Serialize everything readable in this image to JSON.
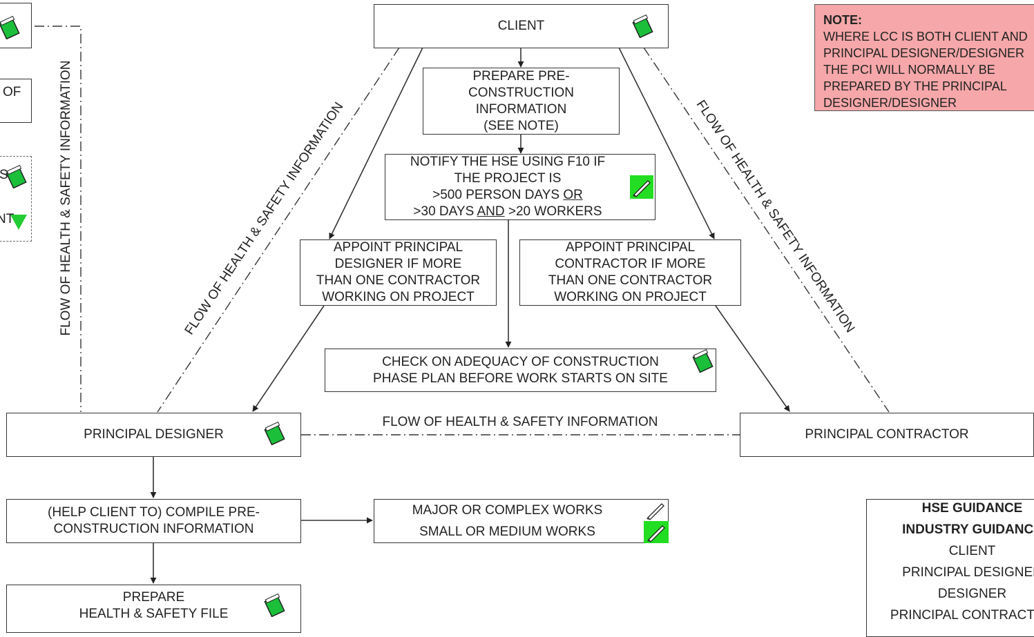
{
  "boxes": {
    "client": "CLIENT",
    "prepare_pci": [
      "PREPARE PRE-",
      "CONSTRUCTION",
      "INFORMATION",
      "(SEE NOTE)"
    ],
    "notify_hse": {
      "line1": "NOTIFY THE HSE USING F10 IF",
      "line2": "THE PROJECT IS",
      "line3_pre": ">500 PERSON DAYS ",
      "line3_u": "OR",
      "line4_pre": ">30 DAYS ",
      "line4_u": "AND",
      "line4_post": " >20 WORKERS"
    },
    "appoint_designer": [
      "APPOINT PRINCIPAL",
      "DESIGNER IF MORE",
      "THAN ONE CONTRACTOR",
      "WORKING ON PROJECT"
    ],
    "appoint_contractor": [
      "APPOINT PRINCIPAL",
      "CONTRACTOR IF MORE",
      "THAN ONE CONTRACTOR",
      "WORKING ON PROJECT"
    ],
    "check_adequacy": [
      "CHECK ON ADEQUACY OF CONSTRUCTION",
      "PHASE PLAN BEFORE WORK STARTS ON SITE"
    ],
    "principal_designer": "PRINCIPAL DESIGNER",
    "principal_contractor": "PRINCIPAL CONTRACTOR",
    "compile_pci": [
      "(HELP CLIENT TO) COMPILE PRE-",
      "CONSTRUCTION INFORMATION"
    ],
    "works": [
      "MAJOR OR COMPLEX WORKS",
      "SMALL OR MEDIUM WORKS"
    ],
    "hs_file": [
      "PREPARE",
      "HEALTH & SAFETY FILE"
    ]
  },
  "flow_labels": {
    "left_diagonal": "FLOW OF HEALTH & SAFETY INFORMATION",
    "right_diagonal": "FLOW OF HEALTH & SAFETY INFORMATION",
    "horizontal": "FLOW OF HEALTH & SAFETY INFORMATION",
    "left_vertical": "FLOW OF HEALTH & SAFETY INFORMATION"
  },
  "note": {
    "title": "NOTE:",
    "lines": [
      "WHERE LCC IS BOTH CLIENT AND",
      "PRINCIPAL DESIGNER/DESIGNER",
      "THE PCI WILL NORMALLY BE",
      "PREPARED BY THE PRINCIPAL",
      "DESIGNER/DESIGNER"
    ]
  },
  "legend": {
    "rows": [
      "HSE GUIDANCE",
      "INDUSTRY GUIDANCE",
      "CLIENT",
      "PRINCIPAL DESIGNER",
      "DESIGNER",
      "PRINCIPAL CONTRACTOR"
    ]
  },
  "left_partial": {
    "text_of": "OF",
    "text_s": "S",
    "text_nt": "NT"
  },
  "colors": {
    "note_bg": "#f6a7a9",
    "book_green": "#1bbf3a",
    "pen_green": "#22dd22",
    "line": "#333333"
  },
  "icons": [
    "book-icon",
    "pen-icon",
    "green-triangle-icon"
  ]
}
